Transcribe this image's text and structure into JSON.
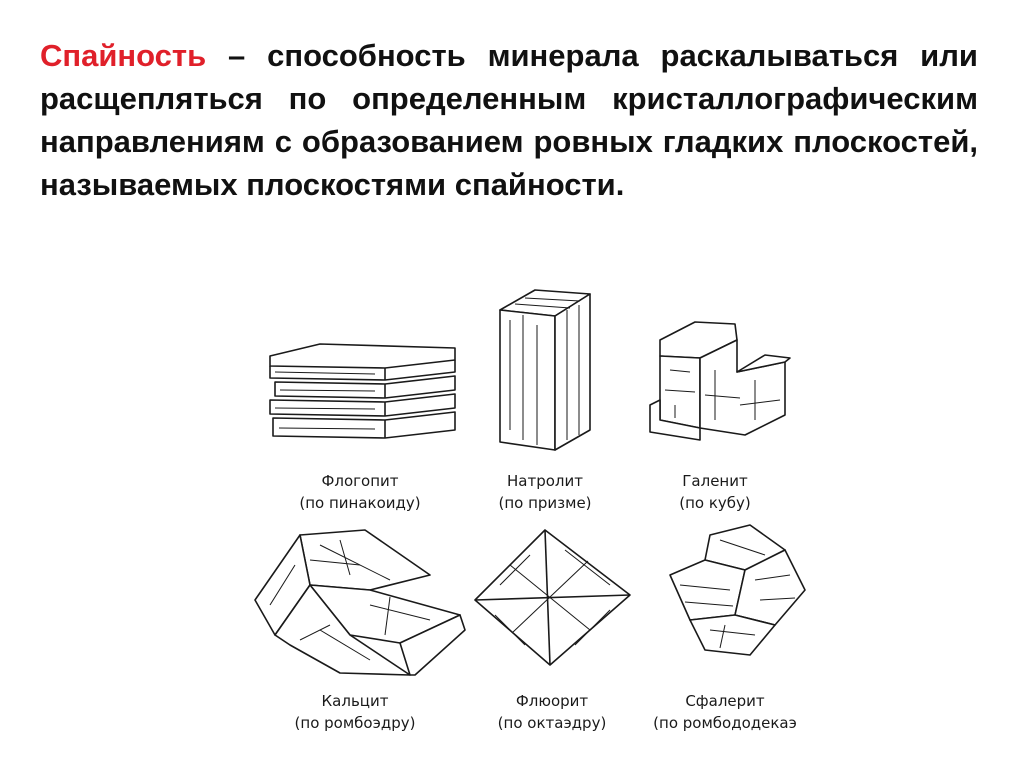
{
  "definition": {
    "term": "Спайность",
    "text": " – способность минерала раскалываться или расщепляться по определенным кристаллографическим направлениям с образованием ровных гладких плоскостей, называемых плоскостями спайности."
  },
  "minerals": [
    {
      "name": "Флогопит",
      "note": "(по пинакоиду)"
    },
    {
      "name": "Натролит",
      "note": "(по призме)"
    },
    {
      "name": "Галенит",
      "note": "(по кубу)"
    },
    {
      "name": "Кальцит",
      "note": "(по ромбоэдру)"
    },
    {
      "name": "Флюорит",
      "note": "(по октаэдру)"
    },
    {
      "name": "Сфалерит",
      "note": "(по ромбододекаэ"
    }
  ]
}
